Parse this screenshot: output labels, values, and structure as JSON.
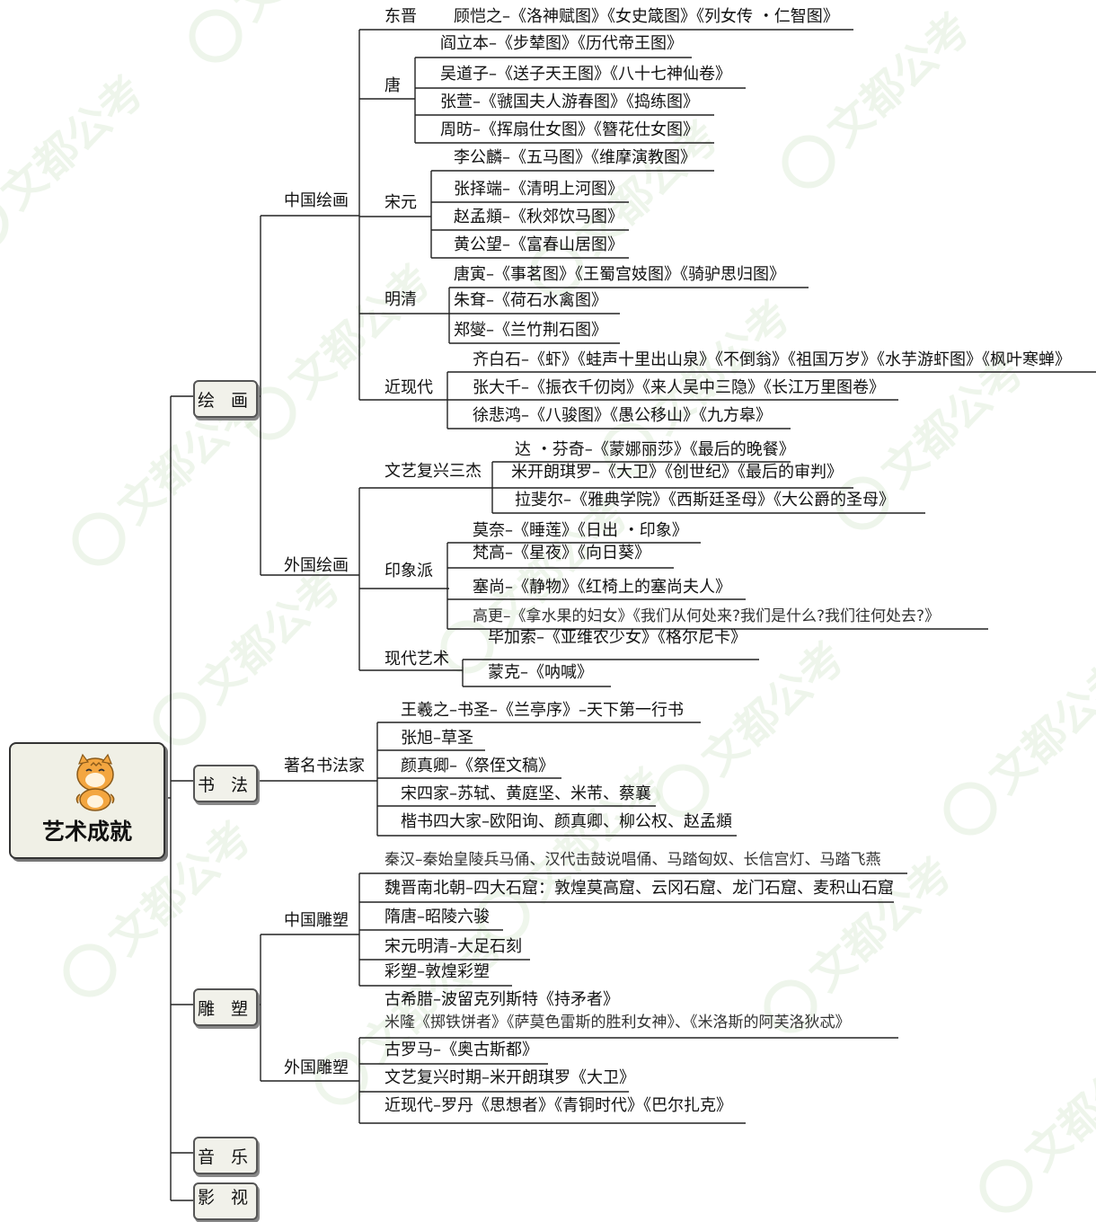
{
  "root": {
    "label": "艺术成就",
    "icon": "tiger-mascot-icon"
  },
  "watermark": {
    "text": "文都公考",
    "color": "#8fbf7a"
  },
  "colors": {
    "line": "#222222",
    "box_bg": "#f1f1ea"
  },
  "categories": {
    "painting": "绘 画",
    "calligraphy": "书 法",
    "sculpture": "雕 塑",
    "music": "音 乐",
    "film": "影 视"
  },
  "painting": {
    "chinese": {
      "label": "中国绘画",
      "dongjin": {
        "label": "东晋",
        "items": [
          "顾恺之–《洛神赋图》《女史箴图》《列女传 ・仁智图》"
        ]
      },
      "tang": {
        "label": "唐",
        "items": [
          "阎立本–《步辇图》《历代帝王图》",
          "吴道子–《送子天王图》《八十七神仙卷》",
          "张萱–《虢国夫人游春图》《捣练图》",
          "周昉–《挥扇仕女图》《簪花仕女图》"
        ]
      },
      "songyuan": {
        "label": "宋元",
        "items": [
          "李公麟–《五马图》《维摩演教图》",
          "张择端–《清明上河图》",
          "赵孟頫–《秋郊饮马图》",
          "黄公望–《富春山居图》"
        ]
      },
      "mingqing": {
        "label": "明清",
        "items": [
          "唐寅–《事茗图》《王蜀宫妓图》《骑驴思归图》",
          "朱耷–《荷石水禽图》",
          "郑燮–《兰竹荆石图》"
        ]
      },
      "modern": {
        "label": "近现代",
        "items": [
          "齐白石–《虾》《蛙声十里出山泉》《不倒翁》《祖国万岁》《水芋游虾图》《枫叶寒蝉》",
          "张大千–《振衣千仞岗》《来人吴中三隐》《长江万里图卷》",
          "徐悲鸿–《八骏图》《愚公移山》《九方皋》"
        ]
      }
    },
    "foreign": {
      "label": "外国绘画",
      "renaissance": {
        "label": "文艺复兴三杰",
        "items": [
          "达 ・芬奇–《蒙娜丽莎》《最后的晚餐》",
          "米开朗琪罗–《大卫》《创世纪》《最后的审判》",
          "拉斐尔–《雅典学院》《西斯廷圣母》《大公爵的圣母》"
        ]
      },
      "impressionism": {
        "label": "印象派",
        "items": [
          "莫奈–《睡莲》《日出 ・印象》",
          "梵高–《星夜》《向日葵》",
          "塞尚–《静物》《红椅上的塞尚夫人》",
          "高更–《拿水果的妇女》《我们从何处来?我们是什么?我们往何处去?》"
        ]
      },
      "modernart": {
        "label": "现代艺术",
        "items": [
          "毕加索–《亚维农少女》《格尔尼卡》",
          "蒙克–《呐喊》"
        ]
      }
    }
  },
  "calligraphy": {
    "label": "著名书法家",
    "items": [
      "王羲之–书圣–《兰亭序》–天下第一行书",
      "张旭–草圣",
      "颜真卿–《祭侄文稿》",
      "宋四家–苏轼、黄庭坚、米芾、蔡襄",
      "楷书四大家–欧阳询、颜真卿、柳公权、赵孟頫"
    ]
  },
  "sculpture": {
    "chinese": {
      "label": "中国雕塑",
      "items": [
        "秦汉–秦始皇陵兵马俑、汉代击鼓说唱俑、马踏匈奴、长信宫灯、马踏飞燕",
        "魏晋南北朝–四大石窟：敦煌莫高窟、云冈石窟、龙门石窟、麦积山石窟",
        "隋唐–昭陵六骏",
        "宋元明清–大足石刻",
        "彩塑–敦煌彩塑"
      ]
    },
    "foreign": {
      "label": "外国雕塑",
      "items": [
        "古希腊–波留克列斯特《持矛者》",
        "米隆《掷铁饼者》《萨莫色雷斯的胜利女神》、《米洛斯的阿芙洛狄忒》",
        "古罗马–《奥古斯都》",
        "文艺复兴时期–米开朗琪罗《大卫》",
        "近现代–罗丹《思想者》《青铜时代》《巴尔扎克》"
      ]
    }
  }
}
